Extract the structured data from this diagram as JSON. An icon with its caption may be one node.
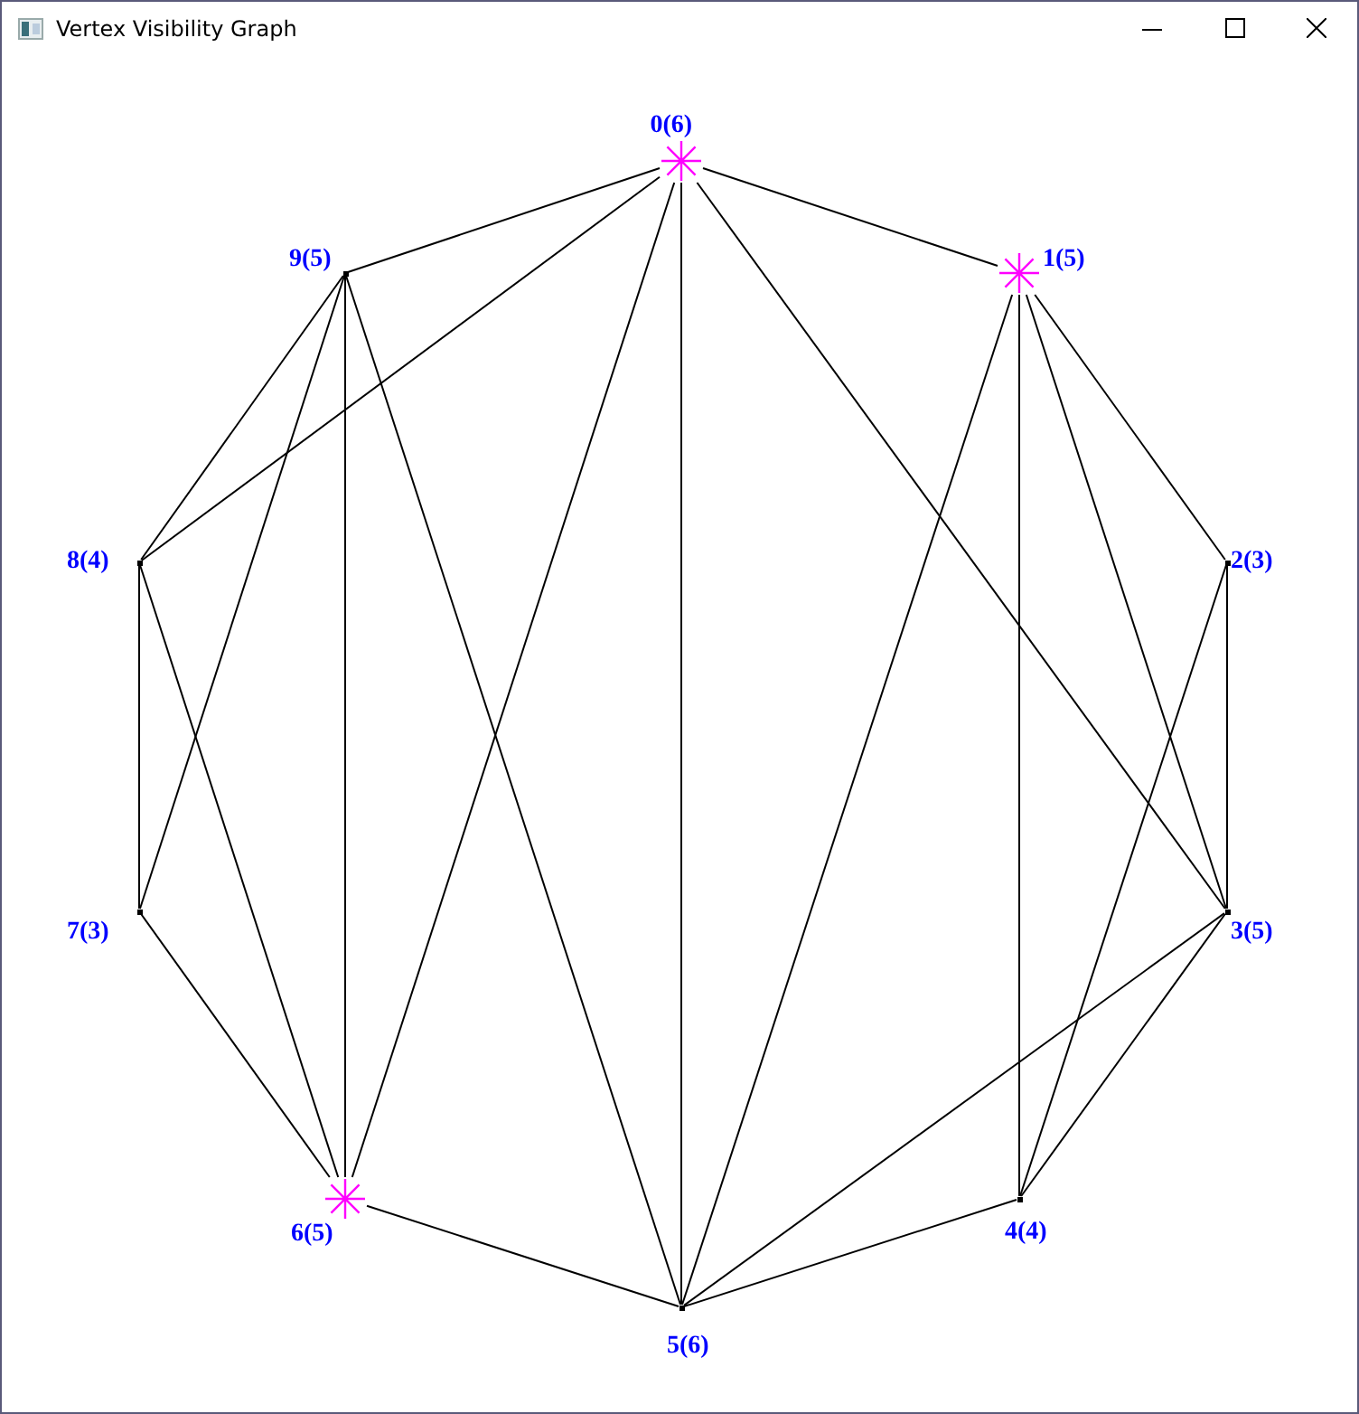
{
  "diagram": {
    "title": "Vertex Visibility Graph",
    "nodes": [
      {
        "text": [],
        "shape": "star",
        "beside": [
          "0(6)"
        ]
      },
      {
        "text": [],
        "shape": "star",
        "beside": [
          "1(5)"
        ]
      },
      {
        "text": [],
        "shape": "dot",
        "beside": [
          "2(3)"
        ]
      },
      {
        "text": [],
        "shape": "dot",
        "beside": [
          "3(5)"
        ]
      },
      {
        "text": [],
        "shape": "dot",
        "beside": [
          "4(4)"
        ]
      },
      {
        "text": [],
        "shape": "dot",
        "beside": [
          "5(6)"
        ]
      },
      {
        "text": [],
        "shape": "star",
        "beside": [
          "6(5)"
        ]
      },
      {
        "text": [],
        "shape": "dot",
        "beside": [
          "7(3)"
        ]
      },
      {
        "text": [],
        "shape": "dot",
        "beside": [
          "8(4)"
        ]
      },
      {
        "text": [],
        "shape": "dot",
        "beside": [
          "9(5)"
        ]
      }
    ],
    "edges": [
      {
        "from": 0,
        "to": 1,
        "arrow": "none"
      },
      {
        "from": 1,
        "to": 2,
        "arrow": "none"
      },
      {
        "from": 2,
        "to": 3,
        "arrow": "none"
      },
      {
        "from": 3,
        "to": 4,
        "arrow": "none"
      },
      {
        "from": 4,
        "to": 5,
        "arrow": "none"
      },
      {
        "from": 5,
        "to": 6,
        "arrow": "none"
      },
      {
        "from": 6,
        "to": 7,
        "arrow": "none"
      },
      {
        "from": 7,
        "to": 8,
        "arrow": "none"
      },
      {
        "from": 8,
        "to": 9,
        "arrow": "none"
      },
      {
        "from": 9,
        "to": 0,
        "arrow": "none"
      },
      {
        "from": 0,
        "to": 5,
        "arrow": "none"
      },
      {
        "from": 0,
        "to": 8,
        "arrow": "none"
      },
      {
        "from": 0,
        "to": 6,
        "arrow": "none"
      },
      {
        "from": 0,
        "to": 3,
        "arrow": "none"
      },
      {
        "from": 1,
        "to": 4,
        "arrow": "none"
      },
      {
        "from": 1,
        "to": 5,
        "arrow": "none"
      },
      {
        "from": 1,
        "to": 3,
        "arrow": "none"
      },
      {
        "from": 2,
        "to": 4,
        "arrow": "none"
      },
      {
        "from": 3,
        "to": 5,
        "arrow": "none"
      },
      {
        "from": 9,
        "to": 6,
        "arrow": "none"
      },
      {
        "from": 9,
        "to": 7,
        "arrow": "none"
      },
      {
        "from": 9,
        "to": 5,
        "arrow": "none"
      },
      {
        "from": 8,
        "to": 6,
        "arrow": "none"
      }
    ]
  }
}
